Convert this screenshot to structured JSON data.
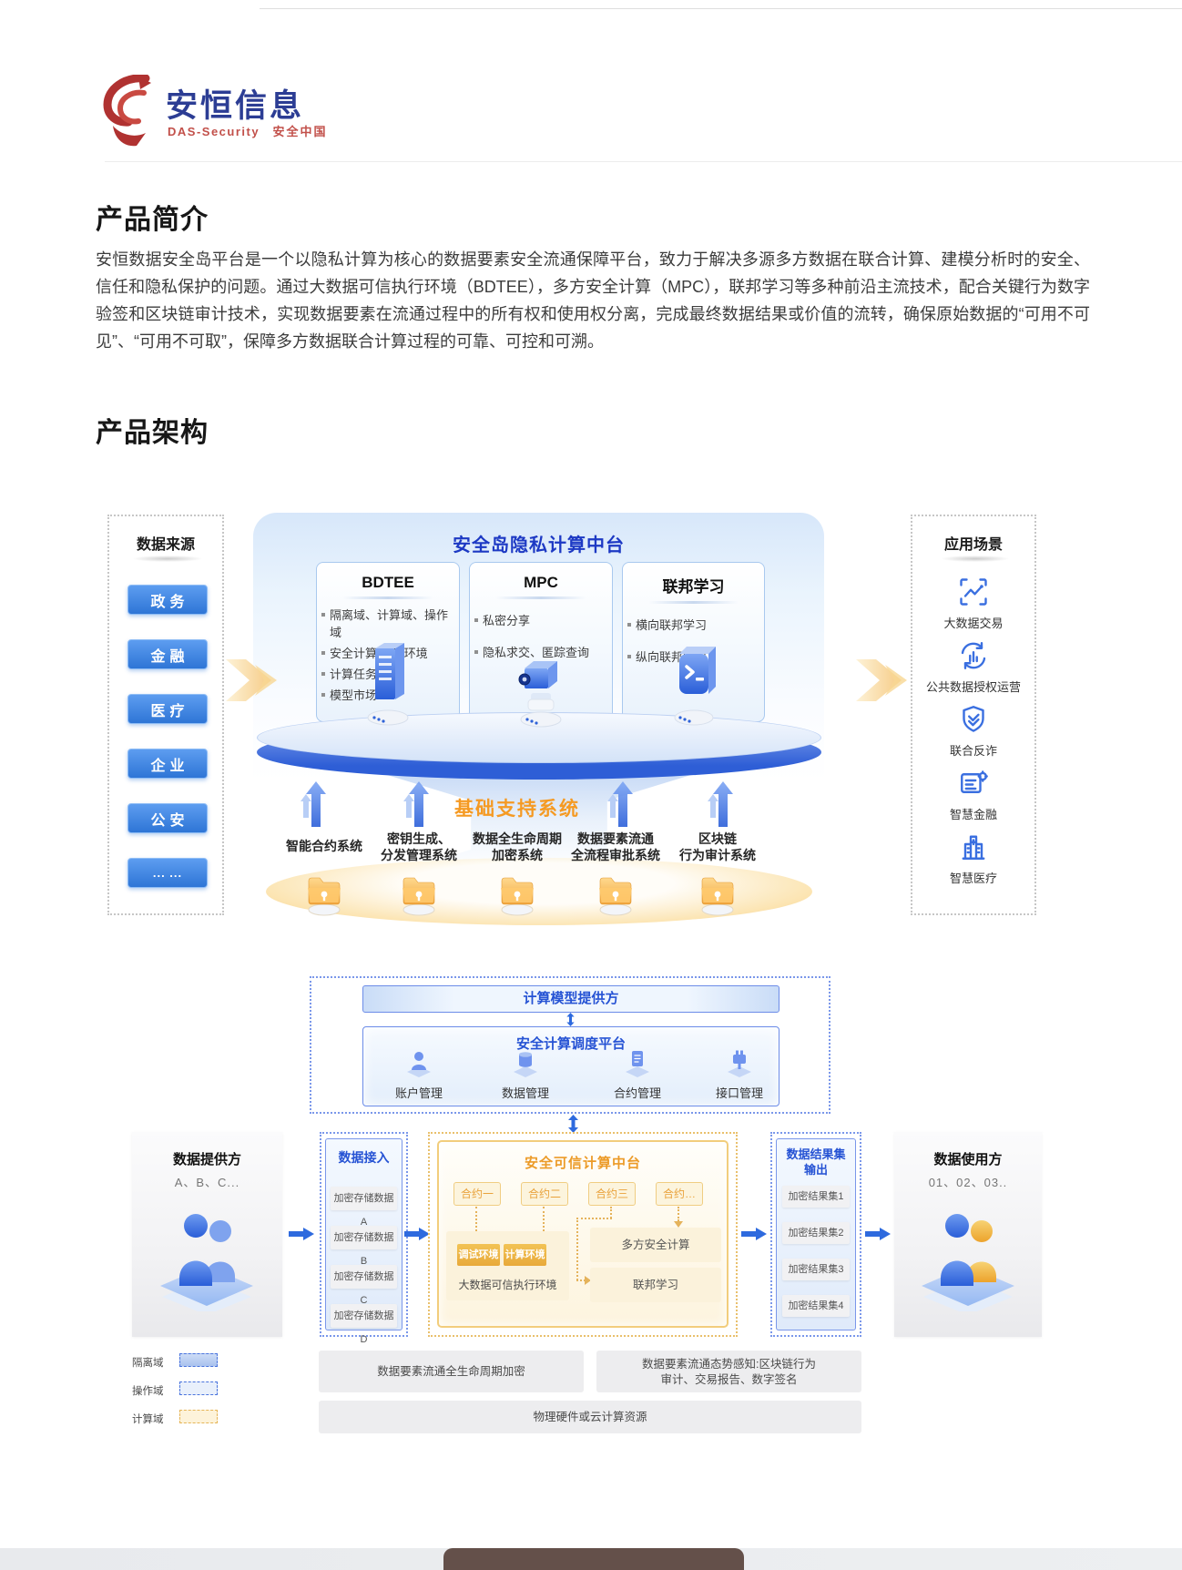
{
  "page": {
    "logo": {
      "cn": "安恒信息",
      "en": "DAS-Security",
      "tagline": "安全中国"
    },
    "intro": {
      "title": "产品简介",
      "body": "安恒数据安全岛平台是一个以隐私计算为核心的数据要素安全流通保障平台，致力于解决多源多方数据在联合计算、建模分析时的安全、信任和隐私保护的问题。通过大数据可信执行环境（BDTEE），多方安全计算（MPC），联邦学习等多种前沿主流技术，配合关键行为数字验签和区块链审计技术，实现数据要素在流通过程中的所有权和使用权分离，完成最终数据结果或价值的流转，确保原始数据的“可用不可见”、“可用不可取”，保障多方数据联合计算过程的可靠、可控和可溯。"
    },
    "arch_title": "产品架构"
  },
  "colors": {
    "accent_blue": "#1d39c4",
    "accent_orange": "#f59a23",
    "button_blue": "#2e75d6",
    "logo_blue": "#2c3d94",
    "logo_red": "#c2504a"
  },
  "arch1": {
    "sources": {
      "title": "数据来源",
      "items": [
        "政务",
        "金融",
        "医疗",
        "企业",
        "公安",
        "... ..."
      ]
    },
    "platform": {
      "title": "安全岛隐私计算中台",
      "cards": [
        {
          "title": "BDTEE",
          "icon": "server-tower-icon",
          "bullets": [
            "隔离域、计算域、操作域",
            "安全计算/调试环境",
            "计算任务管理",
            "模型市场"
          ]
        },
        {
          "title": "MPC",
          "icon": "secure-camera-icon",
          "bullets": [
            "私密分享",
            "隐私求交、匿踪查询"
          ]
        },
        {
          "title": "联邦学习",
          "icon": "terminal-icon",
          "bullets": [
            "横向联邦学习",
            "纵向联邦学习"
          ]
        }
      ],
      "support_title": "基础支持系统",
      "systems": [
        "智能合约系统",
        "密钥生成、\n分发管理系统",
        "数据全生命周期\n加密系统",
        "数据要素流通\n全流程审批系统",
        "区块链\n行为审计系统"
      ]
    },
    "scenarios": {
      "title": "应用场景",
      "items": [
        {
          "label": "大数据交易",
          "icon": "chart-icon"
        },
        {
          "label": "公共数据授权运营",
          "icon": "cycle-chart-icon"
        },
        {
          "label": "联合反诈",
          "icon": "shield-check-icon"
        },
        {
          "label": "智慧金融",
          "icon": "finance-doc-icon"
        },
        {
          "label": "智慧医疗",
          "icon": "hospital-icon"
        }
      ]
    }
  },
  "arch2": {
    "model_provider": "计算模型提供方",
    "scheduler": {
      "title": "安全计算调度平台",
      "items": [
        {
          "label": "账户管理",
          "icon": "account-icon"
        },
        {
          "label": "数据管理",
          "icon": "database-icon"
        },
        {
          "label": "合约管理",
          "icon": "contract-icon"
        },
        {
          "label": "接口管理",
          "icon": "interface-icon"
        }
      ]
    },
    "provider": {
      "title": "数据提供方",
      "subtitle": "A、B、C..."
    },
    "access": {
      "title": "数据接入",
      "items": [
        "加密存储数据A",
        "加密存储数据B",
        "加密存储数据C",
        "加密存储数据D"
      ]
    },
    "trusted": {
      "title": "安全可信计算中台",
      "contracts": [
        "合约一",
        "合约二",
        "合约三",
        "合约…"
      ],
      "bdtee": {
        "label": "大数据可信执行环境",
        "buttons": [
          "调试环境",
          "计算环境"
        ]
      },
      "mpc": "多方安全计算",
      "fl": "联邦学习"
    },
    "output": {
      "title": "数据结果集\n输出",
      "items": [
        "加密结果集1",
        "加密结果集2",
        "加密结果集3",
        "加密结果集4"
      ]
    },
    "consumer": {
      "title": "数据使用方",
      "subtitle": "01、02、03.."
    },
    "legend": [
      "隔离域",
      "操作域",
      "计算域"
    ],
    "bars": [
      "数据要素流通全生命周期加密",
      "数据要素流通态势感知:区块链行为\n审计、交易报告、数字签名",
      "物理硬件或云计算资源"
    ]
  }
}
